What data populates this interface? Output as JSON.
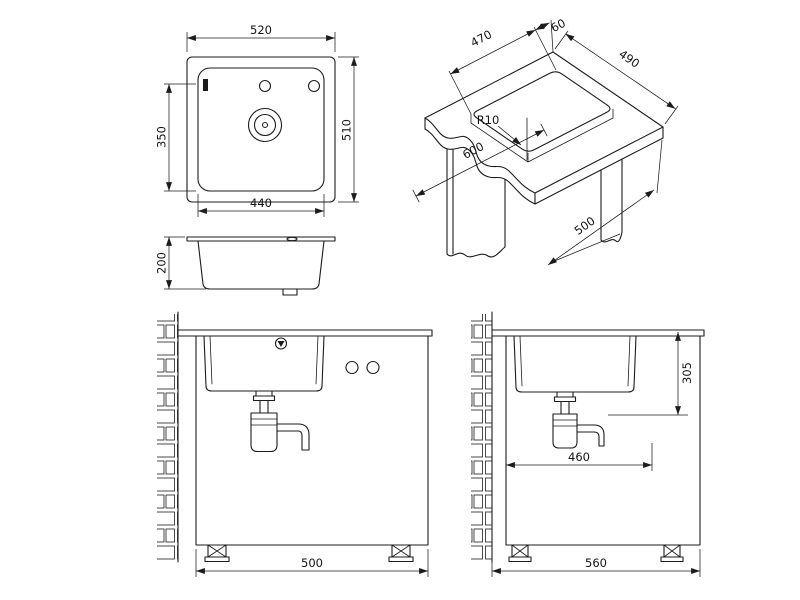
{
  "page": {
    "background": "#ffffff",
    "ink": "#1c1c1c"
  },
  "views": {
    "top": {
      "label_width": "520",
      "label_height": "510",
      "label_bowl_length": "350",
      "label_bowl_width": "440"
    },
    "section": {
      "label_bowl_depth": "200"
    },
    "cutout": {
      "label_back_offset": "60",
      "label_cutout_length": "490",
      "label_cutout_width": "470",
      "label_corner_radius": "R10",
      "label_worktop_width": "600",
      "label_worktop_depth": "500"
    },
    "front_installation": {
      "label_cabinet_width": "500"
    },
    "side_installation": {
      "label_outlet_height": "305",
      "label_inner_depth": "460",
      "label_cabinet_depth": "560"
    }
  }
}
